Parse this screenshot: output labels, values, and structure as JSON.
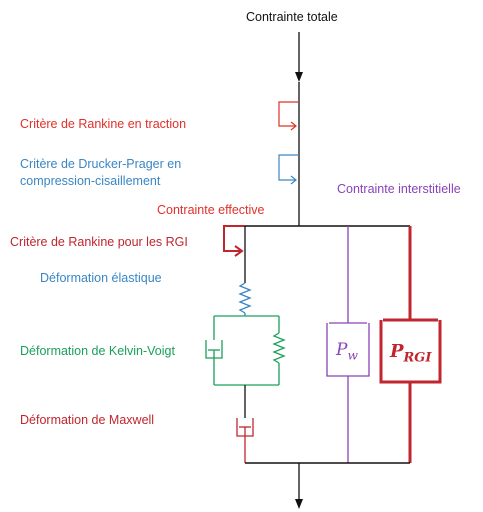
{
  "labels": {
    "total_stress": "Contrainte totale",
    "rankine_traction": "Critère de Rankine en traction",
    "drucker_prager_line1": "Critère de Drucker-Prager en",
    "drucker_prager_line2": "compression-cisaillement",
    "interstitial_stress": "Contrainte interstitielle",
    "effective_stress": "Contrainte effective",
    "rankine_rgi": "Critère de Rankine pour les RGI",
    "elastic_strain": "Déformation élastique",
    "kelvin_voigt": "Déformation de Kelvin-Voigt",
    "maxwell": "Déformation de Maxwell"
  },
  "symbols": {
    "pw_base": "P",
    "pw_sub": "w",
    "prgi_base": "P",
    "prgi_sub": "RGI"
  },
  "colors": {
    "black": "#111111",
    "red": "#e0302a",
    "blue": "#3a86c4",
    "purple": "#8a43b8",
    "green": "#1aa05a",
    "darkred": "#c0262e"
  }
}
